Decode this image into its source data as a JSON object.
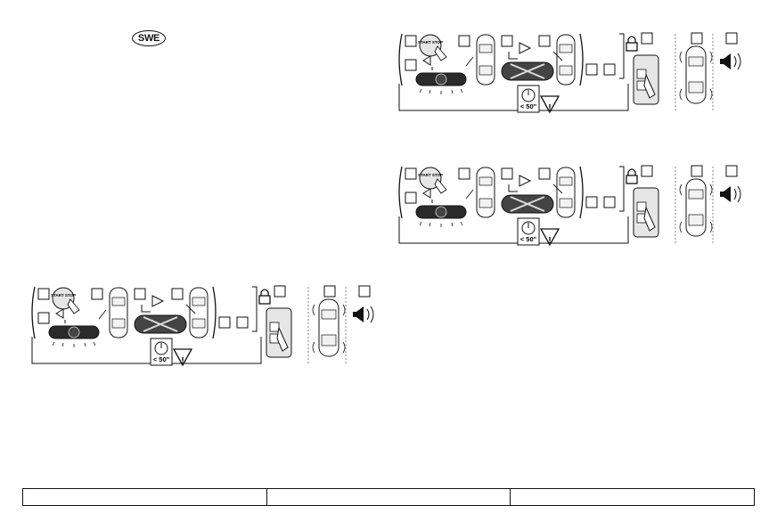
{
  "badge": {
    "label": "SWE"
  },
  "diagrams": [
    {
      "id": "diagram-1",
      "start_stop_label": "START STOP",
      "timer_label": "< 50\"",
      "warning_symbol": "!"
    },
    {
      "id": "diagram-2",
      "start_stop_label": "START STOP",
      "timer_label": "< 50\"",
      "warning_symbol": "!"
    },
    {
      "id": "diagram-3",
      "start_stop_label": "START STOP",
      "timer_label": "< 50\"",
      "warning_symbol": "!"
    }
  ],
  "footer": {
    "cells": [
      "",
      "",
      ""
    ]
  }
}
